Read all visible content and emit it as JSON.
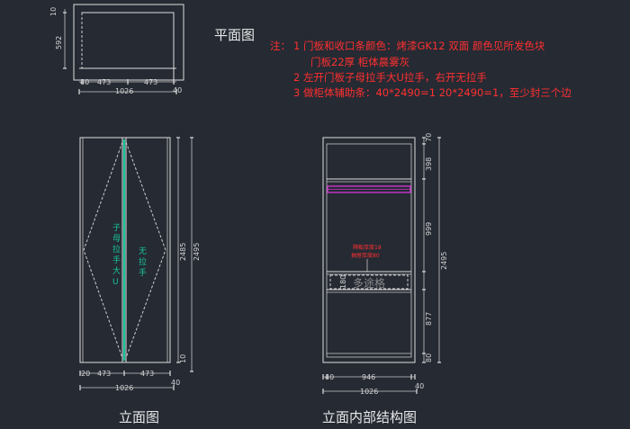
{
  "titles": {
    "plan": "平面图",
    "elevation": "立面图",
    "interior": "立面内部结构图"
  },
  "notes": {
    "label": "注：",
    "lines": [
      "1   门板和收口条颜色：烤漆GK12 双面   颜色见所发色块",
      "门板22厚   柜体晨雾灰",
      "2   左开门板子母拉手大U拉手，右开无拉手",
      "3   做柜体辅助条：40*2490=1   20*2490=1，至少封三个边"
    ]
  },
  "plan_dims": {
    "top_10": "10",
    "depth": "592",
    "left_40": "40",
    "door_left": "473",
    "door_right": "473",
    "right_40": "40",
    "total": "1026"
  },
  "elevation": {
    "handle_left": "子母拉手大U",
    "handle_right": "无拉手",
    "height_inner": "2485",
    "height_total": "2495",
    "bottom_10": "10",
    "left_20": "20",
    "door_left": "473",
    "door_right": "473",
    "right_40": "40",
    "total": "1026"
  },
  "interior": {
    "top_70": "70",
    "seg_398": "398",
    "seg_999": "999",
    "seg_180": "180",
    "seg_877": "877",
    "seg_80": "80",
    "height_total": "2495",
    "drawer_note_1": "隔板厚度18",
    "drawer_note_2": "抽屉厚度80",
    "watermark": "多途格",
    "left_40": "40",
    "inner_width": "946",
    "right_40": "40",
    "total": "1026"
  },
  "colors": {
    "background": "#252a33",
    "lines": "#dedede",
    "notes_red": "#ff3030",
    "green": "#19c49a",
    "rail_magenta": "#cc33cc"
  }
}
